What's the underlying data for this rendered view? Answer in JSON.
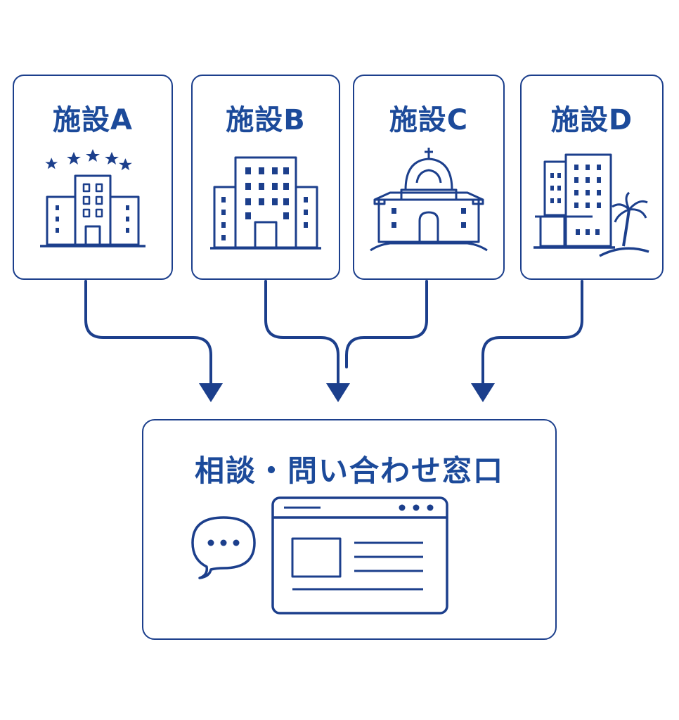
{
  "facilities": [
    {
      "name": "施設A",
      "icon": "hotel-building-icon"
    },
    {
      "name": "施設B",
      "icon": "office-building-icon"
    },
    {
      "name": "施設C",
      "icon": "domed-hall-icon"
    },
    {
      "name": "施設D",
      "icon": "resort-building-icon"
    }
  ],
  "hub": {
    "title": "相談・問い合わせ窓口",
    "icons": [
      "chat-bubble-icon",
      "browser-window-icon"
    ]
  },
  "colors": {
    "stroke": "#1c3f8c",
    "text": "#1c4a9a"
  }
}
